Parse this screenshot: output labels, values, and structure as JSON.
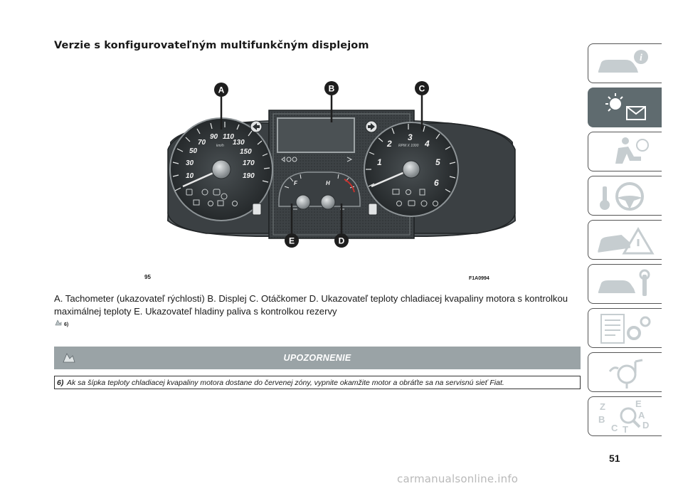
{
  "header": {
    "title": "Verzie s konfigurovateľným multifunkčným displejom"
  },
  "figure": {
    "number": "95",
    "code": "F1A0994",
    "callouts": [
      "A",
      "B",
      "C",
      "D",
      "E"
    ],
    "speedometer": {
      "unit": "km/h",
      "ticks": [
        "10",
        "30",
        "50",
        "70",
        "90",
        "110",
        "130",
        "150",
        "170",
        "190"
      ]
    },
    "tachometer": {
      "unit": "RPM X 1000",
      "ticks": [
        "1",
        "2",
        "3",
        "4",
        "5",
        "6"
      ]
    },
    "fuel_gauge": {
      "labels": [
        "F",
        "H"
      ]
    }
  },
  "caption": {
    "text": "A. Tachometer (ukazovateľ rýchlosti) B. Displej C. Otáčkomer D. Ukazovateľ teploty chladiacej kvapaliny motora s kontrolkou maximálnej teploty E. Ukazovateľ hladiny paliva s kontrolkou rezervy",
    "ref": "6)"
  },
  "warning": {
    "title": "UPOZORNENIE",
    "number": "6)",
    "text": "Ak sa šípka teploty chladiacej kvapaliny motora dostane do červenej zóny, vypnite okamžite motor a obráťte sa na servisnú sieť Fiat."
  },
  "sidebar": {
    "tabs": [
      {
        "icon": "car-info-icon",
        "active": false
      },
      {
        "icon": "warning-light-message-icon",
        "active": true
      },
      {
        "icon": "seat-airbag-icon",
        "active": false
      },
      {
        "icon": "key-steering-wheel-icon",
        "active": false
      },
      {
        "icon": "car-warning-triangle-icon",
        "active": false
      },
      {
        "icon": "car-wrench-icon",
        "active": false
      },
      {
        "icon": "data-gear-icon",
        "active": false
      },
      {
        "icon": "multimedia-icon",
        "active": false
      },
      {
        "icon": "alphabetical-index-icon",
        "active": false
      }
    ],
    "index_letters": [
      "Z",
      "E",
      "B",
      "A",
      "D",
      "C",
      "T"
    ]
  },
  "page_number": "51",
  "watermark": "carmanualsonline.info",
  "colors": {
    "cluster_dark": "#3a3f42",
    "gauge_face": "#2b2f31",
    "callout": "#1e1e1e",
    "warning_bar": "#9aa3a6",
    "active_tab": "#5f6b6f"
  }
}
